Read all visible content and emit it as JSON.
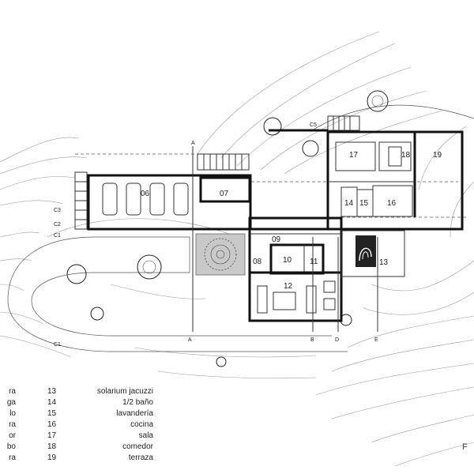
{
  "rooms": {
    "r06": "06",
    "r07": "07",
    "r08": "08",
    "r09": "09",
    "r10": "10",
    "r11": "11",
    "r12": "12",
    "r13": "13",
    "r14": "14",
    "r15": "15",
    "r16": "16",
    "r17": "17",
    "r18": "18",
    "r19": "19"
  },
  "axis_marks": {
    "c1": "C1",
    "c2": "C2",
    "c3": "C3",
    "c5": "C5",
    "a": "A",
    "b": "B",
    "d": "D",
    "e": "E",
    "f": "F"
  },
  "legend": {
    "left_fragments": [
      "ra",
      "ga",
      "lo",
      "ra",
      "or",
      "bo",
      "ra"
    ],
    "numbers": [
      "13",
      "14",
      "15",
      "16",
      "17",
      "18",
      "19"
    ],
    "names": [
      "solarium jacuzzi",
      "1/2 baño",
      "lavandería",
      "cocina",
      "sala",
      "comedor",
      "terraza"
    ]
  },
  "corner": "F"
}
